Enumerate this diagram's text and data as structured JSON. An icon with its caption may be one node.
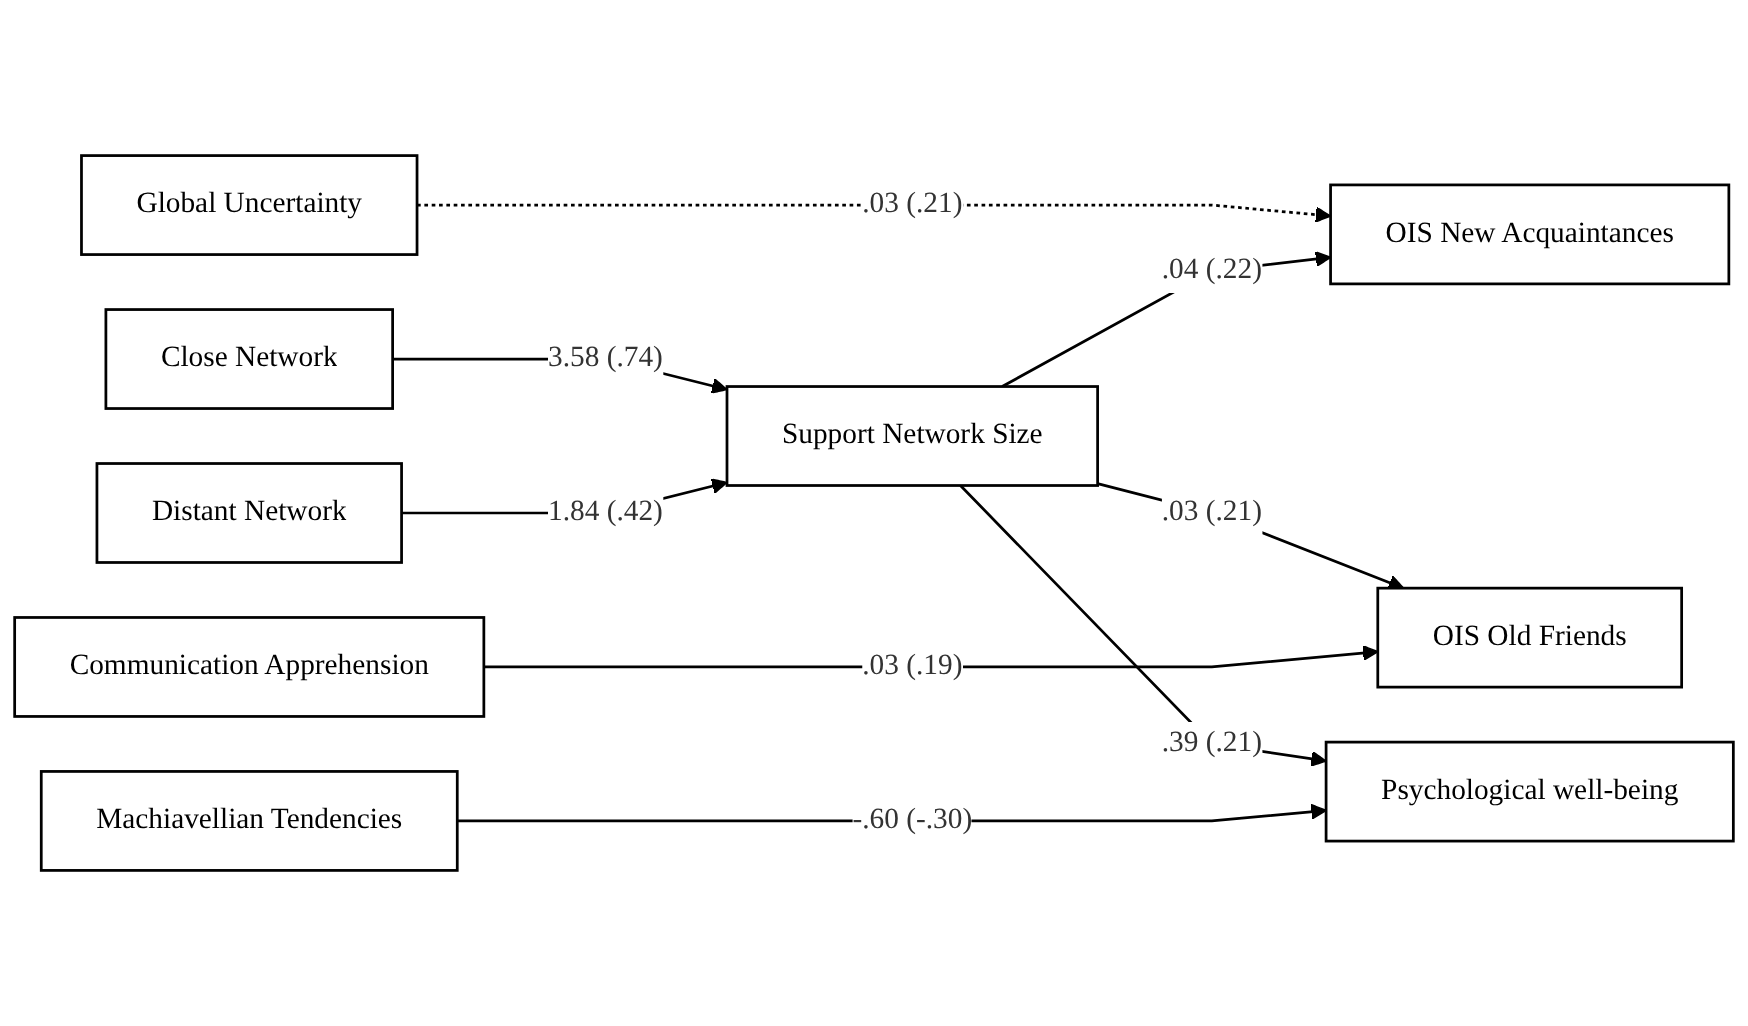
{
  "diagram": {
    "nodes": [
      {
        "text": [
          "Global Uncertainty"
        ]
      },
      {
        "text": [
          "OIS New Acquaintances"
        ]
      },
      {
        "text": [
          "Close Network"
        ]
      },
      {
        "text": [
          "Distant Network"
        ]
      },
      {
        "text": [
          "Support Network Size"
        ]
      },
      {
        "text": [
          "Communication Apprehension"
        ]
      },
      {
        "text": [
          "OIS Old Friends"
        ]
      },
      {
        "text": [
          "Machiavellian Tendencies"
        ]
      },
      {
        "text": [
          "Psychological well-being"
        ]
      }
    ],
    "edges": [
      {
        "from": 0,
        "to": 1,
        "arrow": "to",
        "label": ".03 (.21)",
        "style": "dashed"
      },
      {
        "from": 2,
        "to": 4,
        "arrow": "to",
        "label": "3.58 (.74)"
      },
      {
        "from": 3,
        "to": 4,
        "arrow": "to",
        "label": "1.84 (.42)"
      },
      {
        "from": 4,
        "to": 1,
        "arrow": "to",
        "label": ".04 (.22)"
      },
      {
        "from": 4,
        "to": 6,
        "arrow": "to",
        "label": ".03 (.21)"
      },
      {
        "from": 5,
        "to": 6,
        "arrow": "to",
        "label": ".03 (.19)"
      },
      {
        "from": 4,
        "to": 8,
        "arrow": "to",
        "label": ".39 (.21)"
      },
      {
        "from": 7,
        "to": 8,
        "arrow": "to",
        "label": "-.60 (-.30)"
      }
    ]
  }
}
